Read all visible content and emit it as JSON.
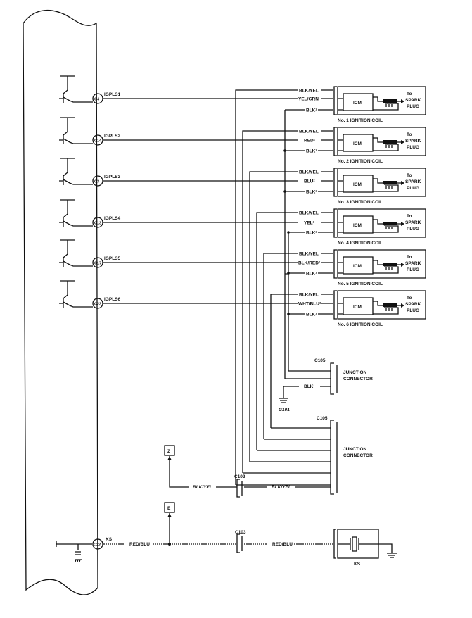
{
  "ecu": {
    "pins": [
      {
        "connector": "C4",
        "signal": "IGPLS1"
      },
      {
        "connector": "C14",
        "signal": "IGPLS2"
      },
      {
        "connector": "C3",
        "signal": "IGPLS3"
      },
      {
        "connector": "C13",
        "signal": "IGPLS4"
      },
      {
        "connector": "C17",
        "signal": "IGPLS5"
      },
      {
        "connector": "C23",
        "signal": "IGPLS6"
      }
    ],
    "ks_pin": {
      "connector": "C22",
      "signal": "KS"
    }
  },
  "coils": [
    {
      "name": "No. 1 IGNITION COIL",
      "wires": [
        "BLK/YEL",
        "YEL/GRN",
        "BLK¹"
      ]
    },
    {
      "name": "No. 2 IGNITION COIL",
      "wires": [
        "BLK/YEL",
        "RED²",
        "BLK¹"
      ]
    },
    {
      "name": "No. 3 IGNITION COIL",
      "wires": [
        "BLK/YEL",
        "BLU²",
        "BLK¹"
      ]
    },
    {
      "name": "No. 4 IGNITION COIL",
      "wires": [
        "BLK/YEL",
        "YEL²",
        "BLK¹"
      ]
    },
    {
      "name": "No. 5 IGNITION COIL",
      "wires": [
        "BLK/YEL",
        "BLK/RED²",
        "BLK¹"
      ]
    },
    {
      "name": "No. 6 IGNITION COIL",
      "wires": [
        "BLK/YEL",
        "WHT/BLU²",
        "BLK¹"
      ]
    }
  ],
  "coil_box": {
    "module": "ICM",
    "output_line1": "To",
    "output_line2": "SPARK",
    "output_line3": "PLUG"
  },
  "junction1": {
    "connector": "C105",
    "label_line1": "JUNCTION",
    "label_line2": "CONNECTOR",
    "wire": "BLK¹",
    "ground": "G101"
  },
  "junction2": {
    "connector": "C105",
    "label_line1": "JUNCTION",
    "label_line2": "CONNECTOR"
  },
  "ref_z": {
    "label": "Z",
    "wire_left": "BLK/YEL",
    "connector": "C102",
    "wire_right": "BLK/YEL"
  },
  "ref_e": {
    "label": "E"
  },
  "knock": {
    "wire_left": "RED/BLU",
    "connector": "C103",
    "wire_right": "RED/BLU",
    "sensor": "KS"
  }
}
